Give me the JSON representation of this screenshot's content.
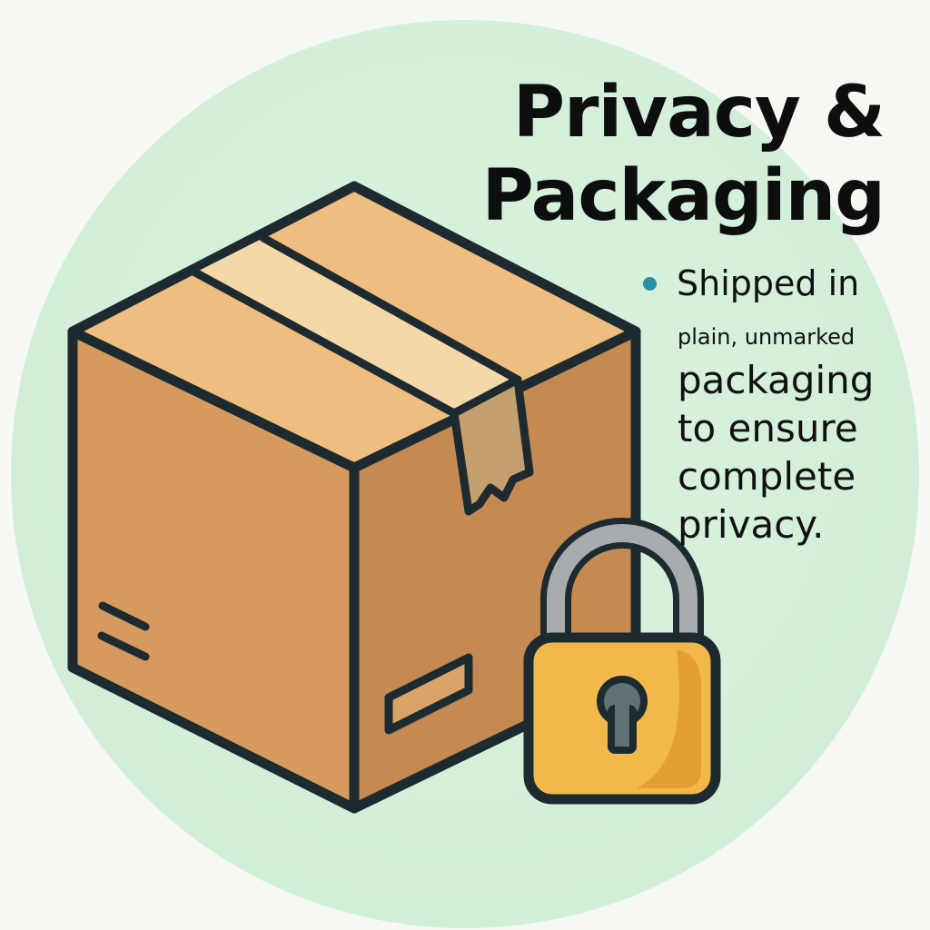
{
  "heading": {
    "line1": "Privacy &",
    "line2": "Packaging"
  },
  "bullet": {
    "lead": "Shipped in",
    "small_line": "plain, unmarked",
    "lines": [
      "packaging",
      "to ensure",
      "complete",
      "privacy."
    ]
  },
  "illustration": {
    "box_icon": "cardboard-box-icon",
    "lock_icon": "padlock-icon"
  },
  "colors": {
    "background_circle": "#d3efd9",
    "box_side": "#c98f56",
    "box_top": "#eebd80",
    "tape": "#f3d6a6",
    "lock_body": "#f2b94a",
    "outline": "#1d2b30",
    "bullet": "#2a8ea6"
  }
}
